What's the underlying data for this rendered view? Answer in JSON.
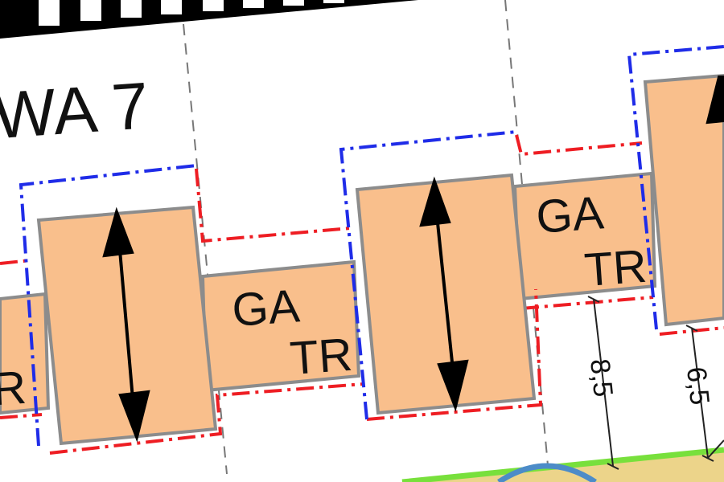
{
  "map": {
    "zone_label": "WA 7",
    "garage_label_primary": "GA",
    "garage_label_secondary": "TR",
    "cut_label_left": "R",
    "dimension_1": "8,5",
    "dimension_2": "6,5"
  },
  "colors": {
    "building_fill": "#f9bf8c",
    "building_outline": "#8c8c8c",
    "boundary_red": "#ee1d23",
    "boundary_blue": "#1f2ce8",
    "arrow": "#000000",
    "road_green": "#78e03c",
    "road_fill": "#ecd48a",
    "road_blue_arc": "#4c8cc8",
    "grid_dash": "#777777",
    "header_bar": "#000000"
  }
}
